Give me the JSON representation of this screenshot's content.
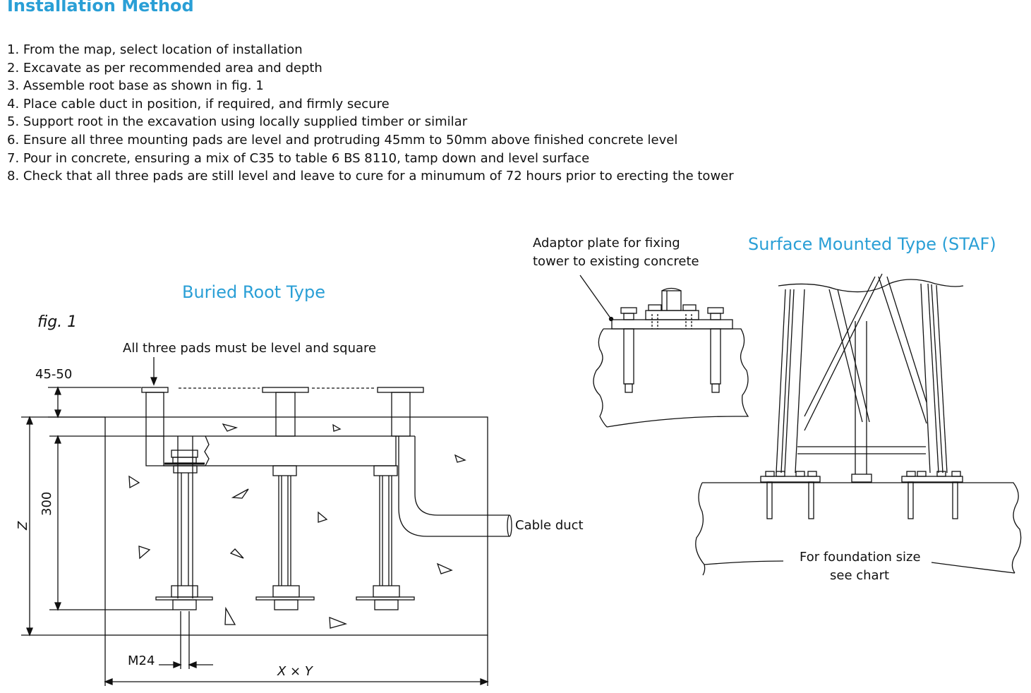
{
  "title": "Installation Method",
  "steps": [
    "1.  From the map, select location of installation",
    "2.  Excavate as per recommended area and depth",
    "3.  Assemble root base as shown in fig. 1",
    "4.  Place cable duct in position, if required, and firmly secure",
    "5.  Support root in the excavation using locally supplied timber or similar",
    "6.  Ensure all three mounting pads are level and protruding 45mm to 50mm above finished concrete level",
    "7.  Pour in concrete, ensuring a mix of C35 to table 6 BS 8110, tamp down and level surface",
    "8.  Check that all three pads are still level and leave to cure for a minumum of 72 hours prior to erecting the tower"
  ],
  "buried": {
    "heading": "Buried Root Type",
    "fig_label": "fig. 1",
    "pads_note": "All three pads must be level and square",
    "dim_pad": "45-50",
    "dim_depth": "300",
    "dim_z": "Z",
    "dim_bolt": "M24",
    "dim_xy": "X × Y",
    "cable_duct": "Cable duct"
  },
  "surface": {
    "heading": "Surface Mounted Type (STAF)",
    "adaptor_line1": "Adaptor plate for fixing",
    "adaptor_line2": "tower to existing concrete",
    "foundation_line1": "For foundation size",
    "foundation_line2": "see chart"
  },
  "colors": {
    "accent": "#2a9fd6",
    "ink": "#111111"
  }
}
